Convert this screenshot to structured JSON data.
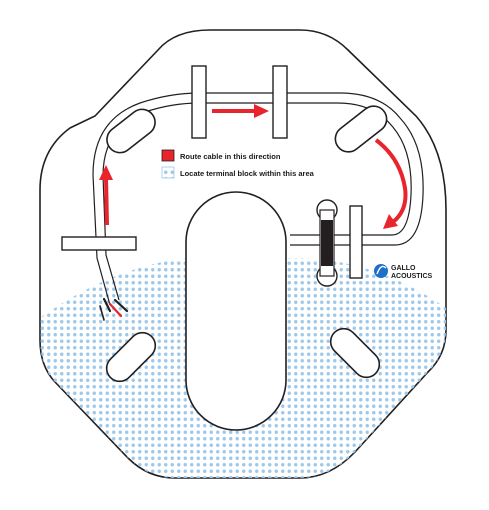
{
  "legend": {
    "route_label": "Route cable in this direction",
    "terminal_label": "Locate terminal block within this area"
  },
  "brand": {
    "name_line1": "GALLO",
    "name_line2": "ACOUSTICS"
  },
  "colors": {
    "route_arrow": "#e8242c",
    "terminal_area_dots": "#9cc8ec",
    "brand_logo": "#1e6fc9",
    "outline": "#231f20"
  }
}
